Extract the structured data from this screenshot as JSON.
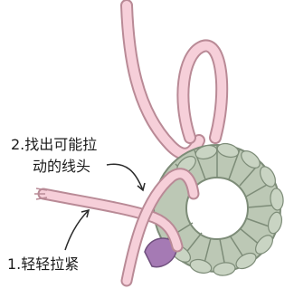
{
  "annotations": {
    "step2_line1": "2.找出可能拉",
    "step2_line2": "动的线头",
    "step1": "1.轻轻拉紧"
  },
  "colors": {
    "yarn_pink_fill": "#f6cfd9",
    "yarn_pink_outline": "#b98a96",
    "yarn_green_fill": "#bcc8b5",
    "yarn_green_dark": "#8a9a84",
    "stitch_purple": "#a57ab4",
    "arrow": "#2a2a2a",
    "background": "#ffffff"
  }
}
